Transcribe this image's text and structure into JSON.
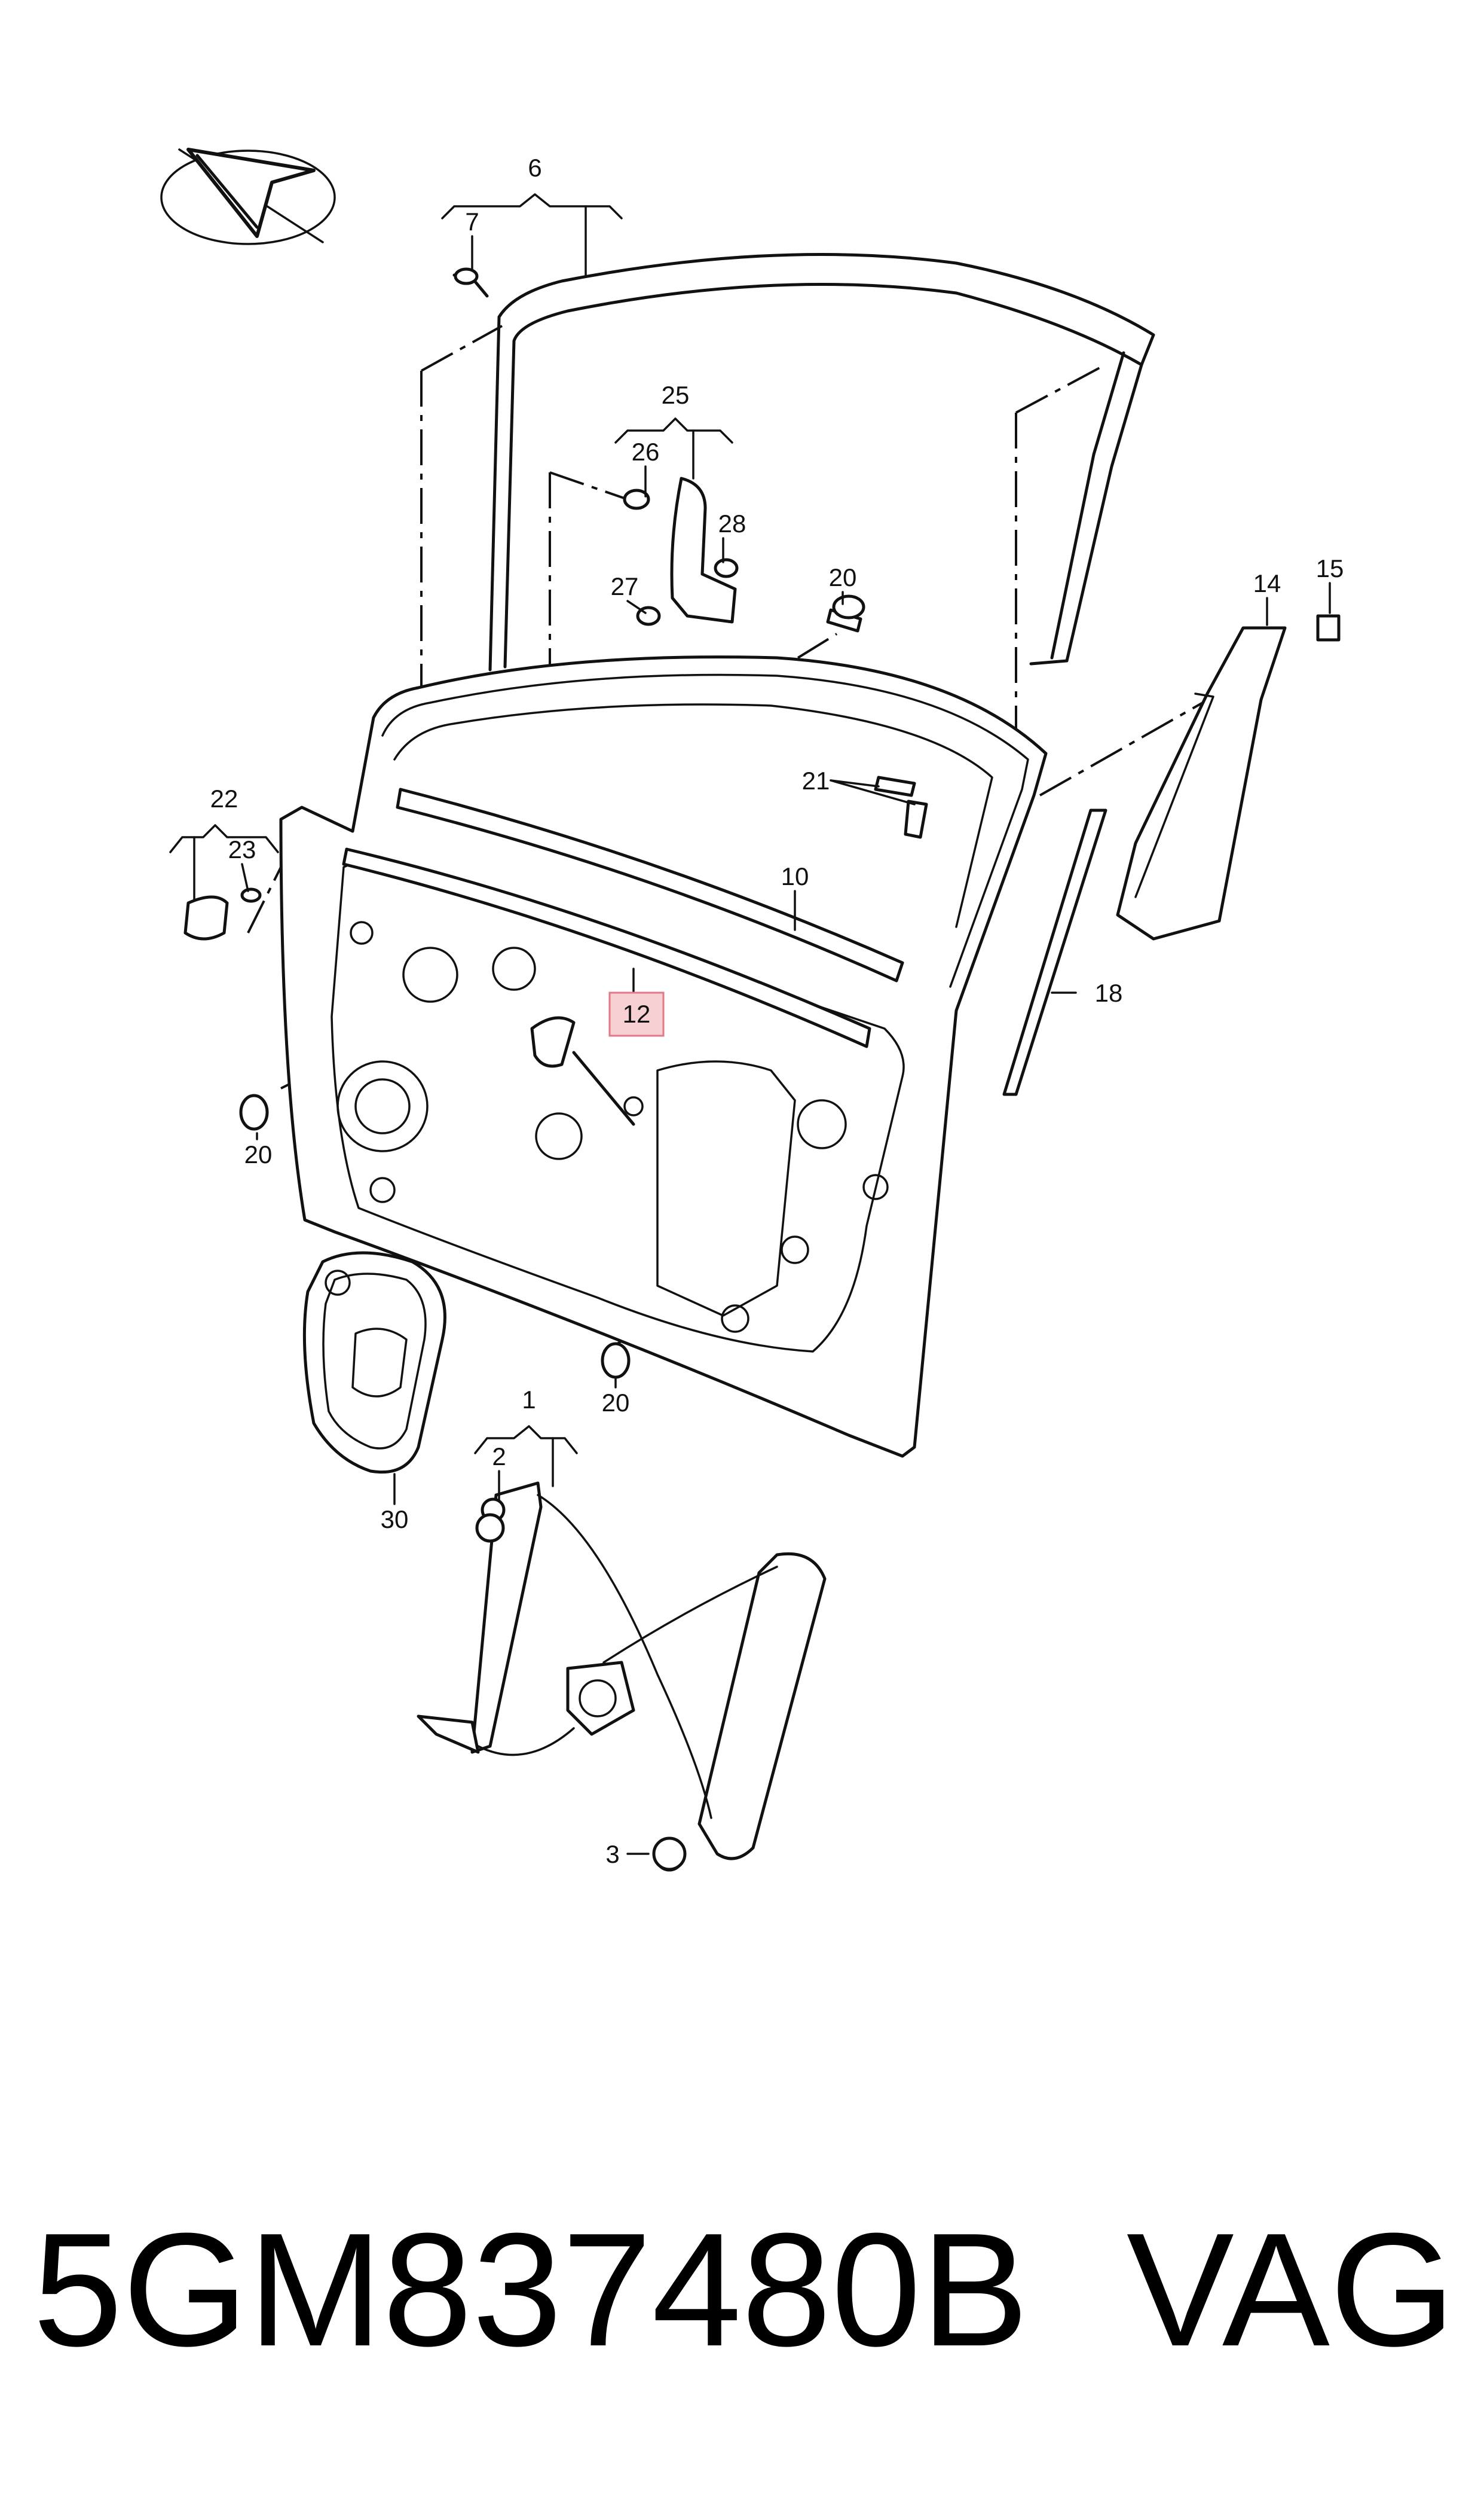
{
  "callouts": {
    "c1": "1",
    "c2": "2",
    "c3": "3",
    "c6": "6",
    "c7": "7",
    "c10": "10",
    "c12": "12",
    "c14": "14",
    "c15": "15",
    "c18": "18",
    "c20a": "20",
    "c20b": "20",
    "c20c": "20",
    "c21": "21",
    "c22": "22",
    "c23": "23",
    "c25": "25",
    "c26": "26",
    "c27": "27",
    "c28": "28",
    "c30": "30"
  },
  "highlighted_callout": "12",
  "footer": {
    "part_number": "5GM837480B",
    "brand": "VAG"
  },
  "colors": {
    "line": "#111111",
    "highlight_fill": "#f6d0d3",
    "highlight_border": "#e07a86"
  },
  "icons": {
    "orientation_marker": "viewing-direction-icon"
  }
}
